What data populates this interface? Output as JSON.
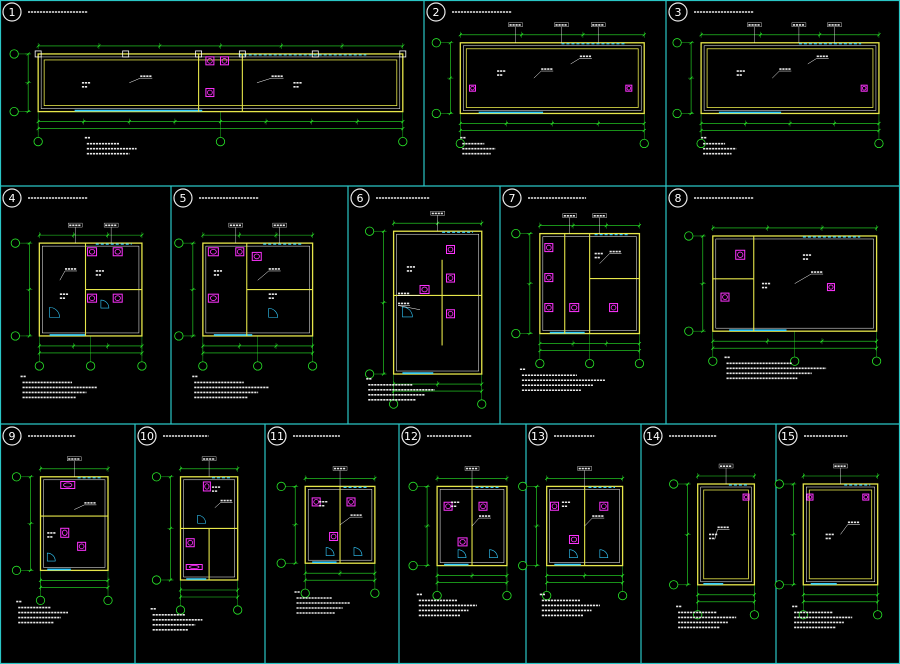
{
  "colors": {
    "background": "#000000",
    "frame": "#2ac6c6",
    "wall": "#e6e64a",
    "dimension": "#29e829",
    "fixture": "#ff33ff",
    "window": "#33ccff",
    "text": "#e8e8e8",
    "leader": "#ffffff"
  },
  "panels": [
    {
      "id": "p1",
      "number": "1"
    },
    {
      "id": "p2",
      "number": "2"
    },
    {
      "id": "p3",
      "number": "3"
    },
    {
      "id": "p4",
      "number": "4"
    },
    {
      "id": "p5",
      "number": "5"
    },
    {
      "id": "p6",
      "number": "6"
    },
    {
      "id": "p7",
      "number": "7"
    },
    {
      "id": "p8",
      "number": "8"
    },
    {
      "id": "p9",
      "number": "9"
    },
    {
      "id": "p10",
      "number": "10"
    },
    {
      "id": "p11",
      "number": "11"
    },
    {
      "id": "p12",
      "number": "12"
    },
    {
      "id": "p13",
      "number": "13"
    },
    {
      "id": "p14",
      "number": "14"
    },
    {
      "id": "p15",
      "number": "15"
    }
  ]
}
